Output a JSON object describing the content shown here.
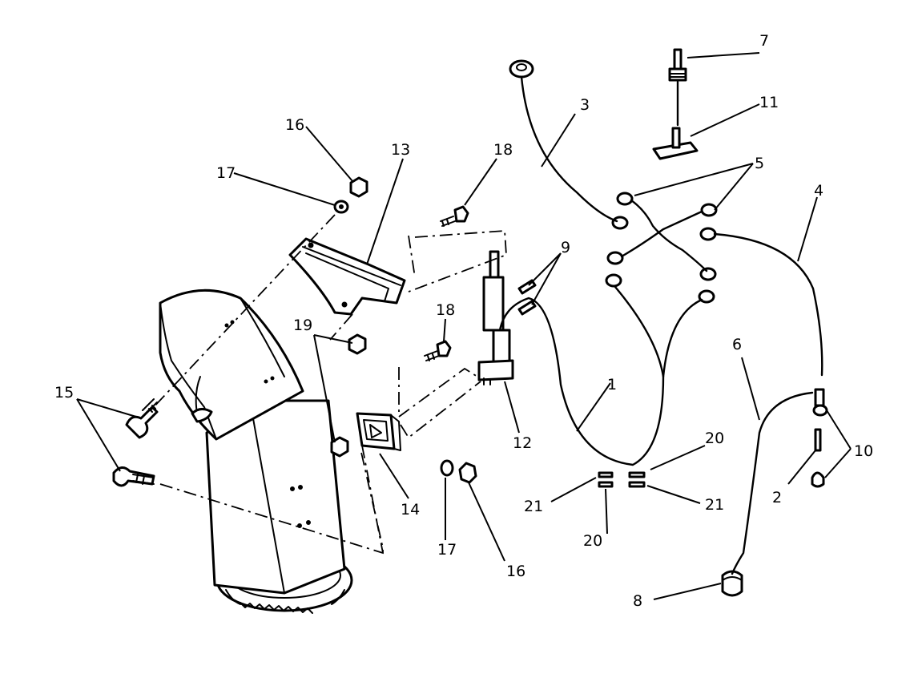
{
  "diagram": {
    "callouts": [
      {
        "id": "c1",
        "text": "1"
      },
      {
        "id": "c2",
        "text": "2"
      },
      {
        "id": "c3",
        "text": "3"
      },
      {
        "id": "c4",
        "text": "4"
      },
      {
        "id": "c5",
        "text": "5"
      },
      {
        "id": "c6",
        "text": "6"
      },
      {
        "id": "c7",
        "text": "7"
      },
      {
        "id": "c8",
        "text": "8"
      },
      {
        "id": "c9",
        "text": "9"
      },
      {
        "id": "c10",
        "text": "10"
      },
      {
        "id": "c11",
        "text": "11"
      },
      {
        "id": "c12",
        "text": "12"
      },
      {
        "id": "c13",
        "text": "13"
      },
      {
        "id": "c14",
        "text": "14"
      },
      {
        "id": "c15",
        "text": "15"
      },
      {
        "id": "c16a",
        "text": "16"
      },
      {
        "id": "c16b",
        "text": "16"
      },
      {
        "id": "c17a",
        "text": "17"
      },
      {
        "id": "c17b",
        "text": "17"
      },
      {
        "id": "c18a",
        "text": "18"
      },
      {
        "id": "c18b",
        "text": "18"
      },
      {
        "id": "c19",
        "text": "19"
      },
      {
        "id": "c20a",
        "text": "20"
      },
      {
        "id": "c20b",
        "text": "20"
      },
      {
        "id": "c21a",
        "text": "21"
      },
      {
        "id": "c21b",
        "text": "21"
      }
    ]
  }
}
